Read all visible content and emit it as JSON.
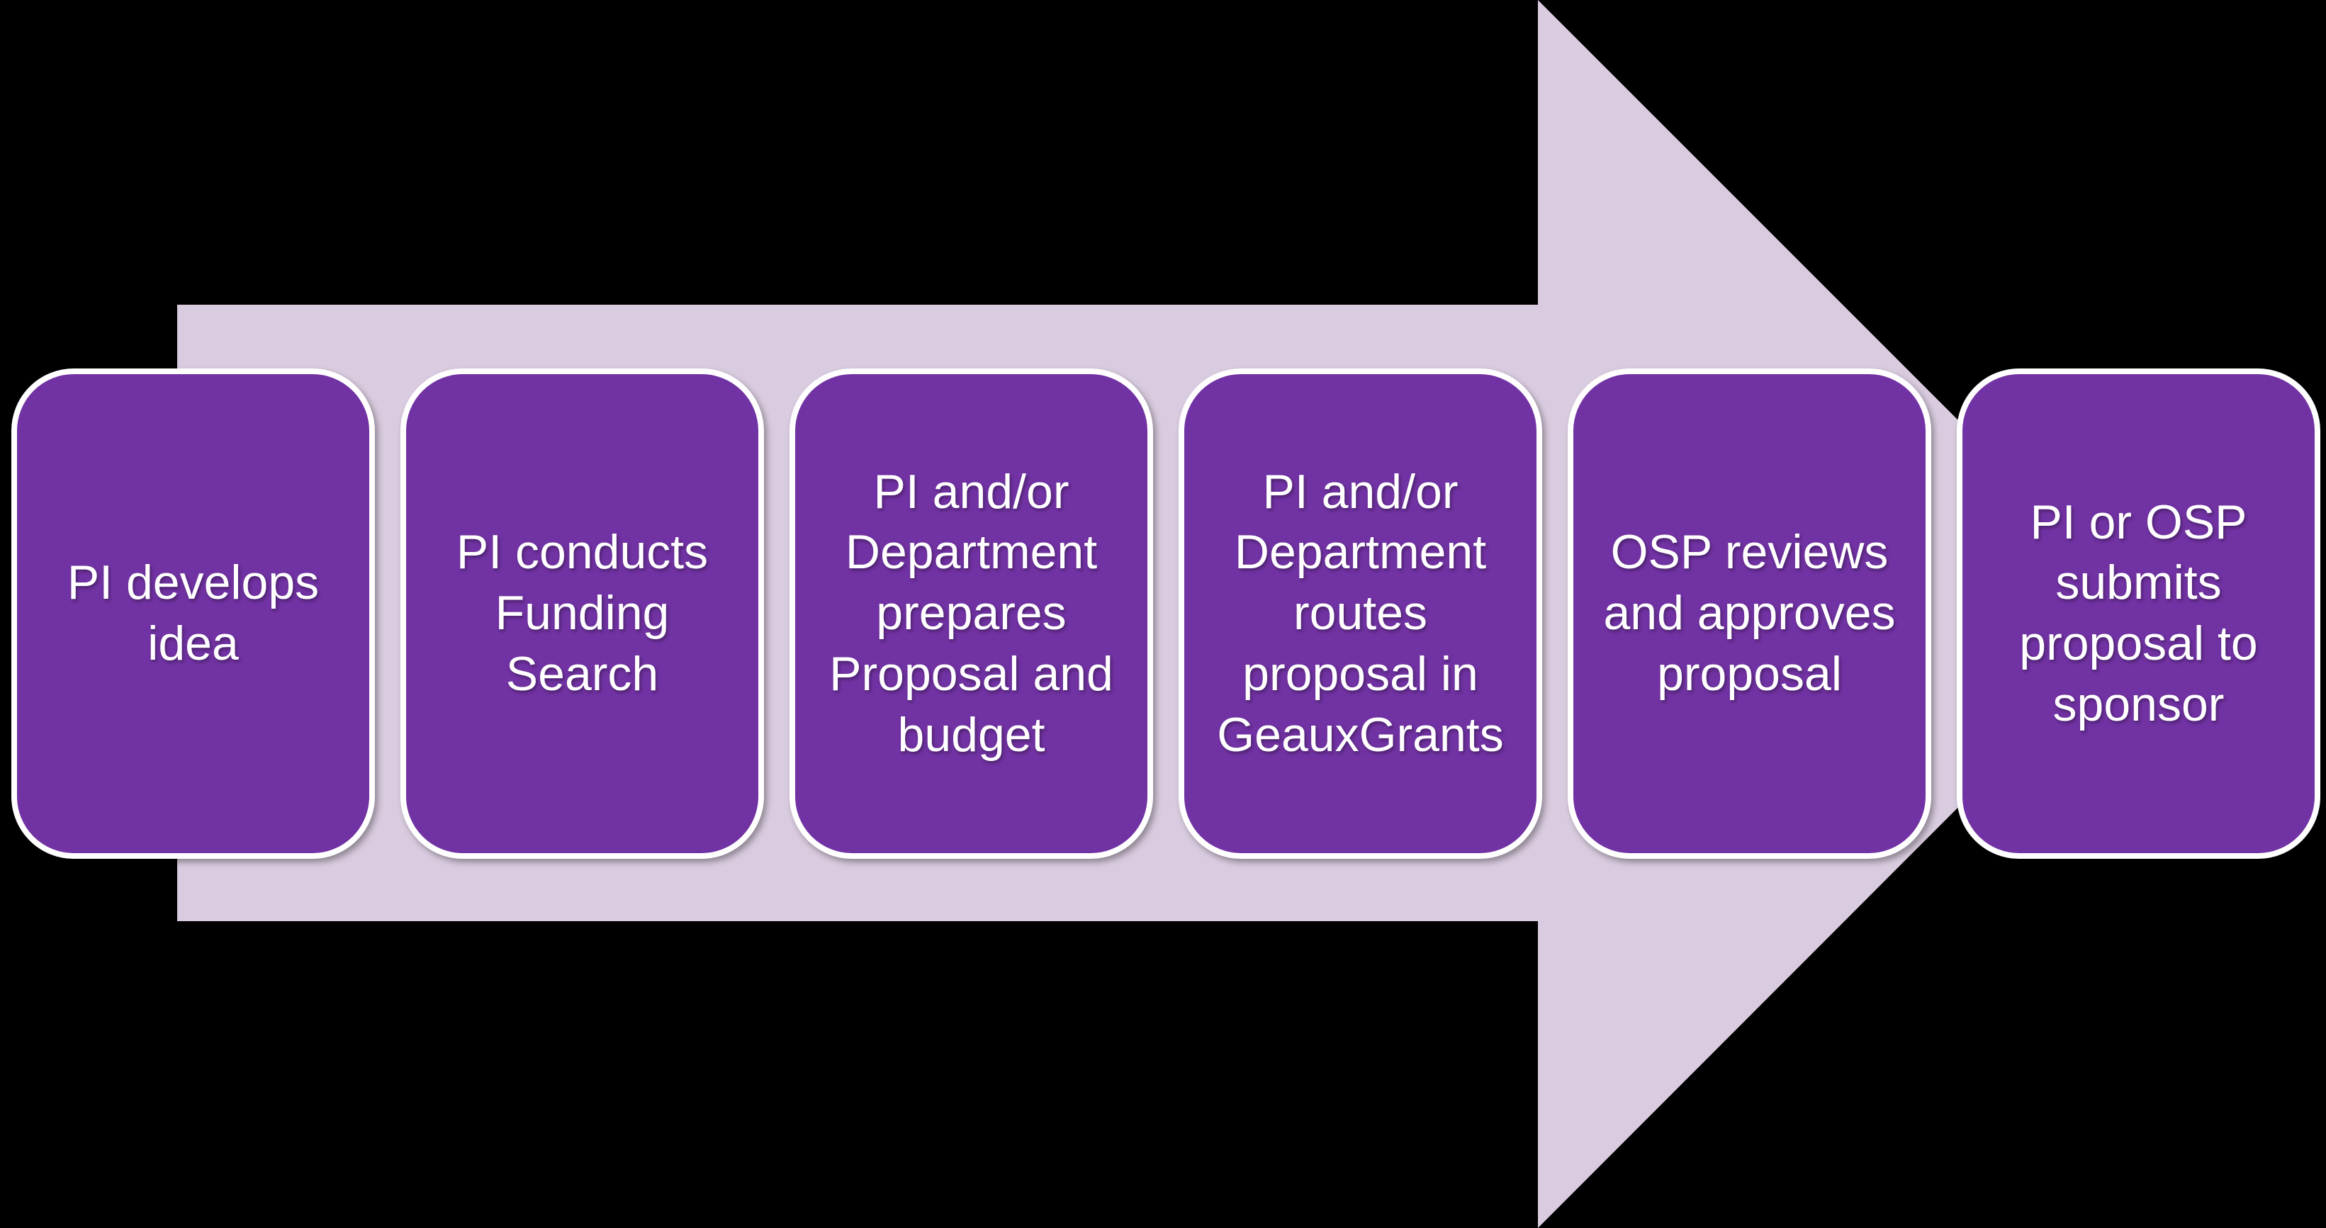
{
  "diagram_title": "",
  "diagram_type": "process-flow-arrow",
  "colors": {
    "background": "#000000",
    "arrow_fill": "#DACCE0",
    "step_fill": "#7132A3",
    "step_border": "#FFFFFF",
    "step_text": "#FFFFFF"
  },
  "arrow": {
    "direction": "right",
    "description": "light lavender block arrow pointing right, spanning behind the process steps"
  },
  "steps": [
    {
      "id": 1,
      "label": "PI develops\nidea"
    },
    {
      "id": 2,
      "label": "PI conducts\nFunding\nSearch"
    },
    {
      "id": 3,
      "label": "PI and/or\nDepartment\nprepares\nProposal and\nbudget"
    },
    {
      "id": 4,
      "label": "PI and/or\nDepartment\nroutes\nproposal in\nGeauxGrants"
    },
    {
      "id": 5,
      "label": "OSP reviews\nand approves\nproposal"
    },
    {
      "id": 6,
      "label": "PI or OSP\nsubmits\nproposal to\nsponsor"
    }
  ]
}
